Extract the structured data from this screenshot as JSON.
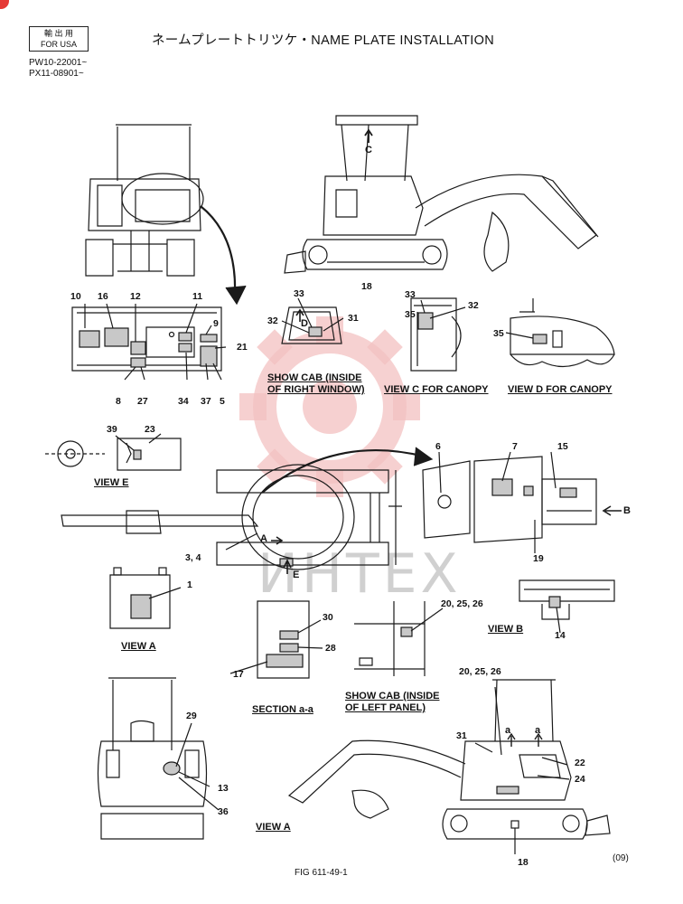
{
  "header": {
    "export_line1": "輸 出 用",
    "export_line2": "FOR USA",
    "serial1": "PW10-22001~",
    "serial2": "PX11-08901~",
    "title": "ネームプレートトリツケ・NAME  PLATE  INSTALLATION"
  },
  "captions": {
    "show_cab_right_1": "SHOW CAB (INSIDE",
    "show_cab_right_2": "OF RIGHT WINDOW)",
    "view_c": "VIEW C FOR CANOPY",
    "view_d": "VIEW D FOR CANOPY",
    "view_e": "VIEW E",
    "view_a1": "VIEW A",
    "view_b": "VIEW B",
    "section": "SECTION a-a",
    "show_cab_left_1": "SHOW CAB (INSIDE",
    "show_cab_left_2": "OF LEFT PANEL)",
    "view_a2": "VIEW A"
  },
  "letters": {
    "c": "C",
    "d": "D",
    "a": "A",
    "e": "E",
    "b": "B",
    "a_small1": "a",
    "a_small2": "a"
  },
  "callouts": {
    "n10": "10",
    "n16": "16",
    "n12": "12",
    "n11": "11",
    "n9": "9",
    "n21": "21",
    "n8": "8",
    "n27": "27",
    "n34": "34",
    "n37": "37",
    "n5": "5",
    "n18a": "18",
    "n33a": "33",
    "n32a": "32",
    "n31a": "31",
    "n33b": "33",
    "n35a": "35",
    "n32b": "32",
    "n35b": "35",
    "n39": "39",
    "n23": "23",
    "n6": "6",
    "n7": "7",
    "n15": "15",
    "n19": "19",
    "n34b": "3, 4",
    "n1": "1",
    "n30": "30",
    "n28": "28",
    "n17": "17",
    "n202526a": "20, 25, 26",
    "n14": "14",
    "n202526b": "20, 25, 26",
    "n29": "29",
    "n13": "13",
    "n36": "36",
    "n31b": "31",
    "n22": "22",
    "n24": "24",
    "n18b": "18"
  },
  "footer": {
    "fig": "FIG  611-49-1",
    "rev": "(09)"
  },
  "watermark": "ИНТЕХ",
  "colors": {
    "line": "#1a1a1a",
    "plate_fill": "#bdbdbd",
    "watermark": "#f1b3b3",
    "badge": "#e53935"
  }
}
